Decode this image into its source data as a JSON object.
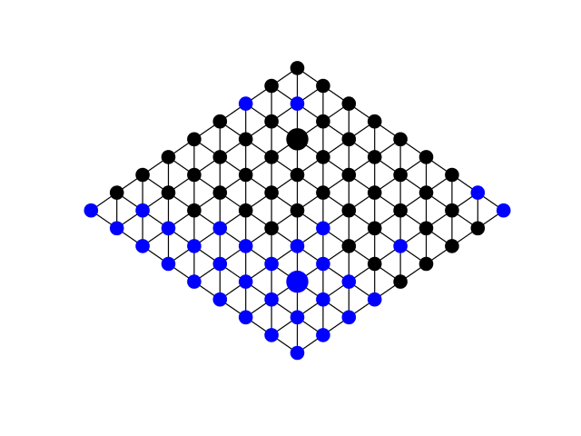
{
  "board": {
    "rows": 9,
    "cols": 9,
    "colors": {
      "edge": "#000000",
      "empty": "#000000",
      "blue": "#0000ff"
    },
    "blue_cells": [
      [
        0,
        0
      ],
      [
        0,
        1
      ],
      [
        0,
        2
      ],
      [
        0,
        3
      ],
      [
        0,
        4
      ],
      [
        0,
        5
      ],
      [
        0,
        6
      ],
      [
        0,
        7
      ],
      [
        0,
        8
      ],
      [
        1,
        0
      ],
      [
        1,
        1
      ],
      [
        1,
        2
      ],
      [
        1,
        3
      ],
      [
        1,
        4
      ],
      [
        1,
        5
      ],
      [
        1,
        6
      ],
      [
        1,
        7
      ],
      [
        2,
        0
      ],
      [
        2,
        1
      ],
      [
        2,
        2
      ],
      [
        2,
        3
      ],
      [
        2,
        4
      ],
      [
        2,
        5
      ],
      [
        3,
        0
      ],
      [
        3,
        1
      ],
      [
        3,
        2
      ],
      [
        3,
        3
      ],
      [
        4,
        3
      ],
      [
        5,
        1
      ],
      [
        8,
        1
      ],
      [
        6,
        8
      ],
      [
        7,
        7
      ],
      [
        8,
        0
      ]
    ],
    "highlight_cells": [
      {
        "cell": [
          2,
          2
        ],
        "color": "#0000ff"
      },
      {
        "cell": [
          6,
          6
        ],
        "color": "#000000"
      }
    ]
  }
}
